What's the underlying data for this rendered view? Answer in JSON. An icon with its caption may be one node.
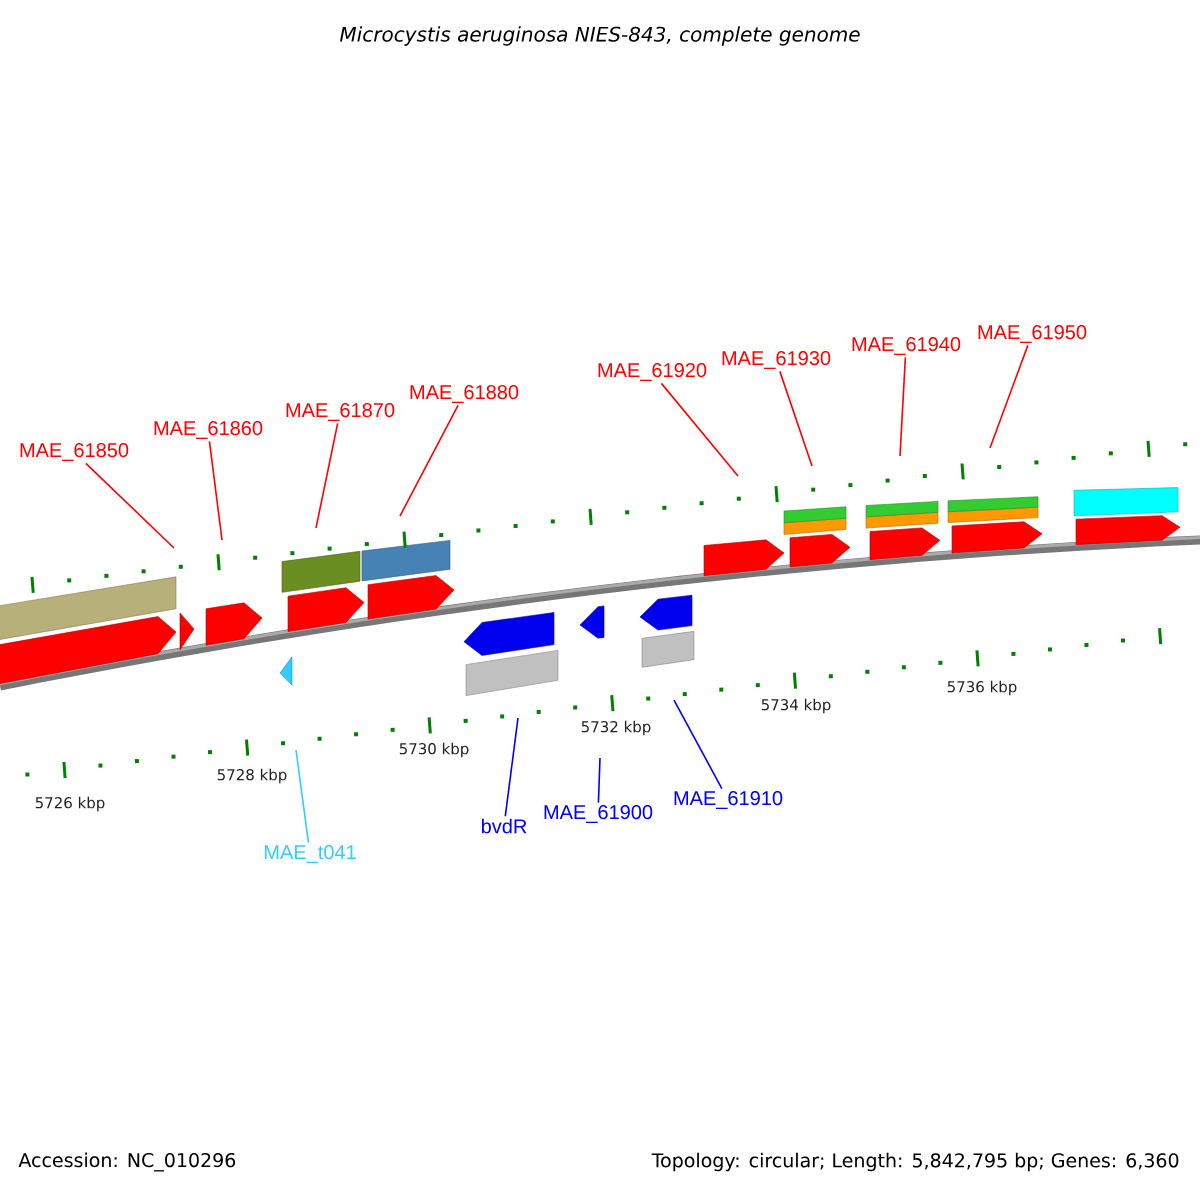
{
  "diagram": {
    "title": "Microcystis aeruginosa NIES-843, complete genome",
    "nodes": [
      {
        "text": [
          "MAE_61850"
        ]
      },
      {
        "text": [
          "MAE_61860"
        ]
      },
      {
        "text": [
          "MAE_61870"
        ]
      },
      {
        "text": [
          "MAE_61880"
        ]
      },
      {
        "text": [
          "MAE_61920"
        ]
      },
      {
        "text": [
          "MAE_61930"
        ]
      },
      {
        "text": [
          "MAE_61940"
        ]
      },
      {
        "text": [
          "MAE_61950"
        ]
      },
      {
        "text": [
          "MAE_t041"
        ]
      },
      {
        "text": [
          "bvdR"
        ]
      },
      {
        "text": [
          "MAE_61900"
        ]
      },
      {
        "text": [
          "MAE_61910"
        ]
      }
    ],
    "edges": [
      {
        "from": 0,
        "to": null,
        "arrow": "none"
      },
      {
        "from": 1,
        "to": null,
        "arrow": "none"
      },
      {
        "from": 2,
        "to": null,
        "arrow": "none"
      },
      {
        "from": 3,
        "to": null,
        "arrow": "none"
      },
      {
        "from": 4,
        "to": null,
        "arrow": "none"
      },
      {
        "from": 5,
        "to": null,
        "arrow": "none"
      },
      {
        "from": 6,
        "to": null,
        "arrow": "none"
      },
      {
        "from": 7,
        "to": null,
        "arrow": "none"
      },
      {
        "from": 8,
        "to": null,
        "arrow": "none",
        "color": "#33ccff"
      },
      {
        "from": 9,
        "to": null,
        "arrow": "none",
        "color": "#0000ff"
      },
      {
        "from": 10,
        "to": null,
        "arrow": "none",
        "color": "#0000ff"
      },
      {
        "from": 11,
        "to": null,
        "arrow": "none",
        "color": "#0000ff"
      }
    ],
    "labels": [
      "5726 kbp",
      "5728 kbp",
      "5730 kbp",
      "5732 kbp",
      "5734 kbp",
      "5736 kbp",
      "Accession: NC_010296",
      "Topology: circular; Length: 5,842,795 bp; Genes: 6,360"
    ]
  }
}
